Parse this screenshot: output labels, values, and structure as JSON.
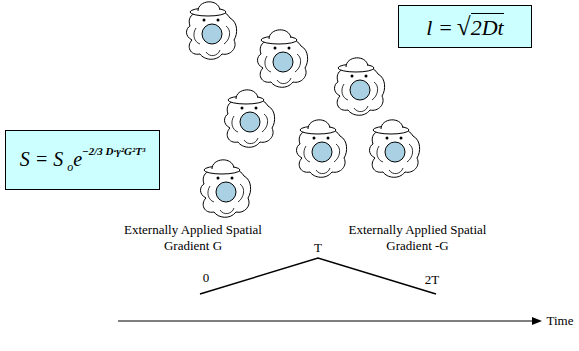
{
  "diagram": {
    "nodes": [
      {
        "text": [
          "l =",
          "√",
          "2Dt"
        ]
      },
      {
        "text": [
          "S = S",
          "o",
          "e",
          "−2/3 D·γ²G²T³"
        ]
      }
    ],
    "labels": [
      "Externally Applied Spatial Gradient G",
      "Externally Applied Spatial Gradient -G",
      "0",
      "T",
      "2T",
      "Time"
    ]
  }
}
